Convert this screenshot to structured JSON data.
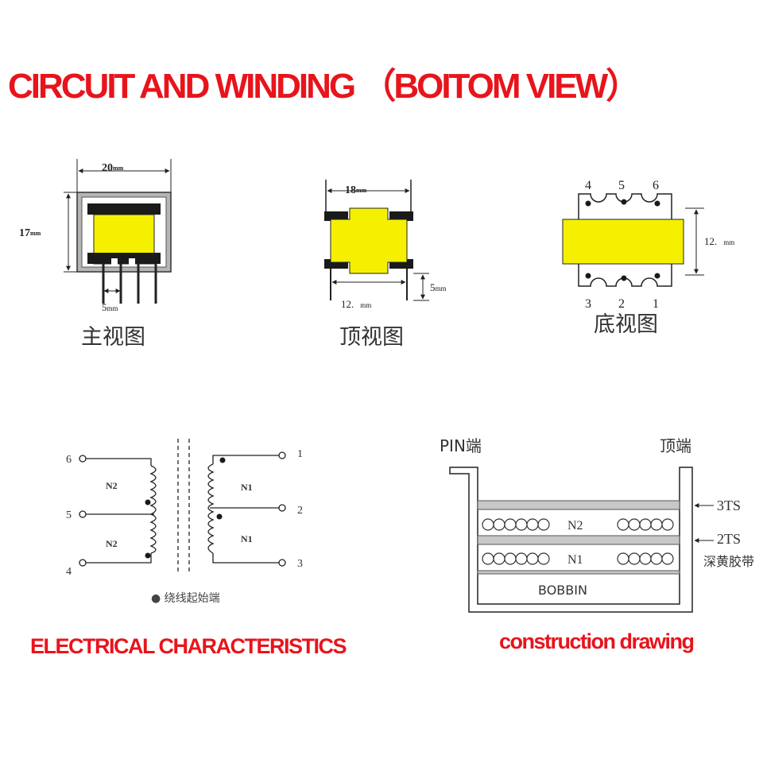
{
  "title": "CIRCUIT AND WINDING （BOITOM VIEW）",
  "views": {
    "front": {
      "label": "主视图",
      "dim_width": "20",
      "dim_height": "17",
      "dim_pin": "5",
      "unit": "mm"
    },
    "top": {
      "label": "顶视图",
      "dim_width": "18",
      "dim_bottom": "12.",
      "dim_bottom_unit": "mm",
      "dim_pin": "5",
      "unit": "mm"
    },
    "bottom": {
      "label": "底视图",
      "pins_top": [
        "4",
        "5",
        "6"
      ],
      "pins_bottom": [
        "3",
        "2",
        "1"
      ],
      "dim_height": "12.",
      "unit": "mm"
    }
  },
  "schematic": {
    "pins_left": [
      "6",
      "5",
      "4"
    ],
    "pins_right": [
      "1",
      "2",
      "3"
    ],
    "windings_left": [
      "N2",
      "N2"
    ],
    "windings_right": [
      "N1",
      "N1"
    ],
    "legend": "● 绕线起始端"
  },
  "construction": {
    "pin_end": "PIN端",
    "top_end": "顶端",
    "layer_top": "N2",
    "layer_bottom": "N1",
    "bobbin": "BOBBIN",
    "tape_top": "3TS",
    "tape_bottom": "2TS",
    "tape_note": "深黄胶带"
  },
  "captions": {
    "electrical": "ELECTRICAL CHARACTERISTICS",
    "construction": "construction drawing"
  },
  "colors": {
    "title_red": "#e8141c",
    "core_yellow": "#f5f000",
    "line": "#222222"
  }
}
